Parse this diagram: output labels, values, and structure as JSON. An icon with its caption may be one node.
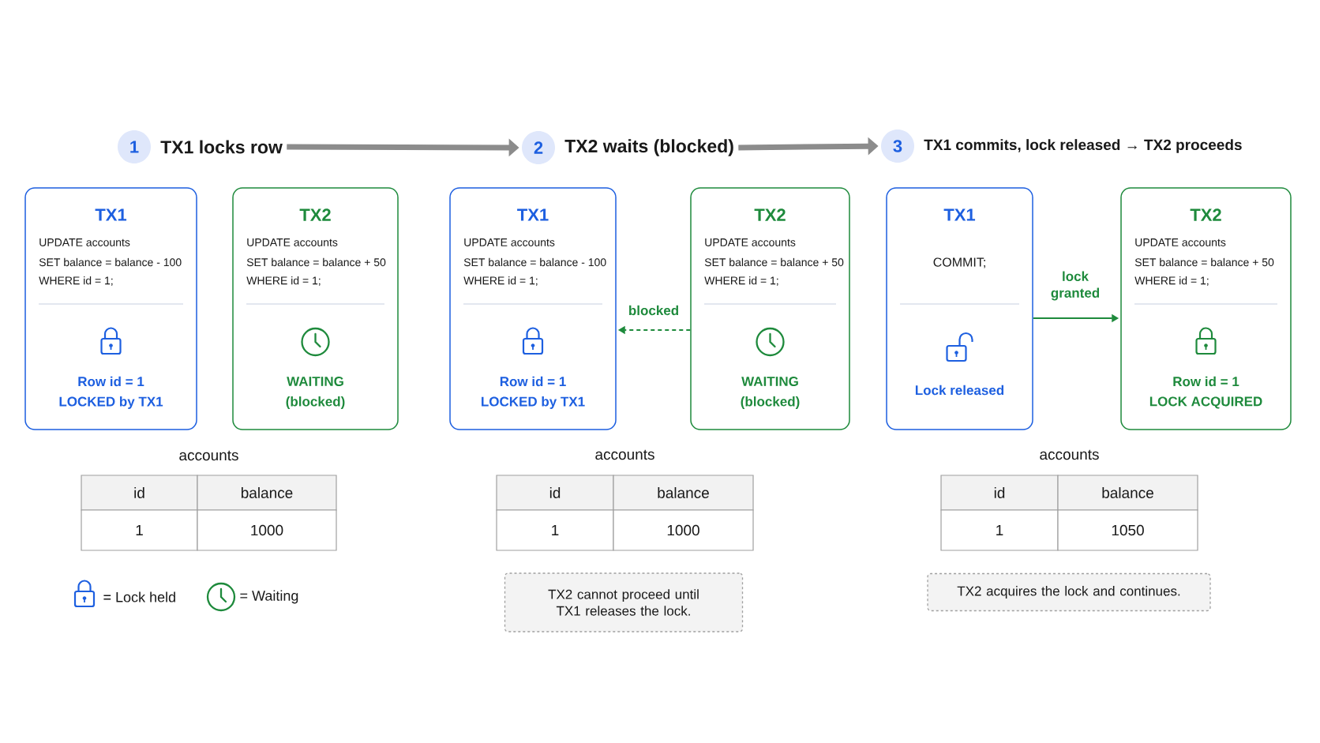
{
  "diagram": {
    "nodes": [
      {
        "text": [
          "1",
          "TX1 locks row"
        ]
      },
      {
        "text": [
          "2",
          "TX2 waits (blocked)"
        ]
      },
      {
        "text": [
          "3",
          "TX1 commits, lock released → TX2 proceeds"
        ]
      },
      {
        "text": [
          "TX1",
          "UPDATE accounts",
          "SET balance = balance - 100",
          "WHERE id = 1;",
          "Row id = 1",
          "LOCKED by TX1"
        ]
      },
      {
        "text": [
          "TX2",
          "UPDATE accounts",
          "SET balance = balance + 50",
          "WHERE id = 1;",
          "WAITING",
          "(blocked)"
        ]
      },
      {
        "text": [
          "TX1",
          "UPDATE accounts",
          "SET balance = balance - 100",
          "WHERE id = 1;",
          "Row id = 1",
          "LOCKED by TX1"
        ]
      },
      {
        "text": [
          "TX2",
          "UPDATE accounts",
          "SET balance = balance + 50",
          "WHERE id = 1;",
          "WAITING",
          "(blocked)"
        ]
      },
      {
        "text": [
          "TX1",
          "COMMIT;",
          "Lock released"
        ]
      },
      {
        "text": [
          "TX2",
          "UPDATE accounts",
          "SET balance = balance + 50",
          "WHERE id = 1;",
          "Row id = 1",
          "LOCK ACQUIRED"
        ]
      },
      {
        "text": [
          "TX2 cannot proceed until TX1 releases the lock."
        ]
      },
      {
        "text": [
          "TX2 acquires the lock and continues."
        ]
      }
    ],
    "edges": [
      {
        "from": 0,
        "to": 1,
        "arrow": "to",
        "style": "thick",
        "color": "#8c8c8c"
      },
      {
        "from": 1,
        "to": 2,
        "arrow": "to",
        "style": "thick",
        "color": "#8c8c8c"
      },
      {
        "from": 6,
        "to": 5,
        "arrow": "to",
        "style": "dashed",
        "color": "#1e8a3c",
        "label": "blocked"
      },
      {
        "from": 7,
        "to": 8,
        "arrow": "to",
        "color": "#1e8a3c",
        "label": "lock granted"
      }
    ],
    "labels": [
      "accounts",
      "id",
      "balance",
      "1",
      "1000",
      "accounts",
      "id",
      "balance",
      "1",
      "1000",
      "accounts",
      "id",
      "balance",
      "1",
      "1050"
    ],
    "legend": [
      {
        "text": "= Lock held"
      },
      {
        "text": "= Waiting"
      }
    ]
  }
}
